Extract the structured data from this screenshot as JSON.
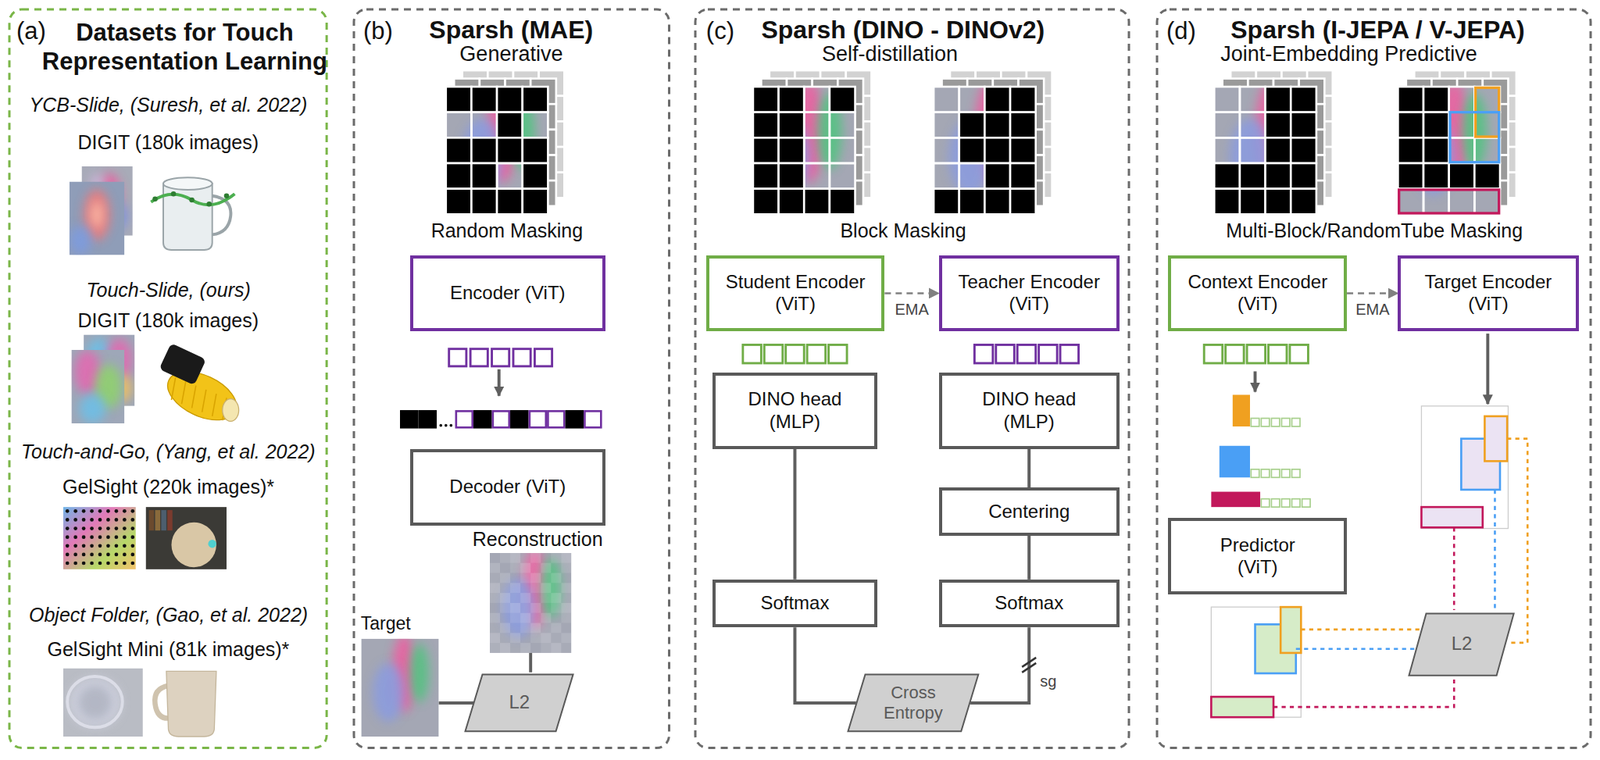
{
  "diagram": {
    "nodes": [
      {
        "text": [
          "(a)",
          "Datasets for Touch Representation Learning"
        ]
      },
      {
        "text": [
          "(b)",
          "Sparsh (MAE)",
          "Generative"
        ]
      },
      {
        "text": [
          "Encoder (ViT)"
        ],
        "in": 1
      },
      {
        "text": [
          "Decoder (ViT)"
        ],
        "in": 1
      },
      {
        "text": [
          "L2"
        ],
        "in": 1
      },
      {
        "text": [
          "(c)",
          "Sparsh (DINO - DINOv2)",
          "Self-distillation"
        ]
      },
      {
        "text": [
          "Student Encoder (ViT)"
        ],
        "in": 5
      },
      {
        "text": [
          "Teacher Encoder (ViT)"
        ],
        "in": 5
      },
      {
        "text": [
          "DINO head (MLP)"
        ],
        "in": 5
      },
      {
        "text": [
          "DINO head (MLP)"
        ],
        "in": 5
      },
      {
        "text": [
          "Centering"
        ],
        "in": 5
      },
      {
        "text": [
          "Softmax"
        ],
        "in": 5
      },
      {
        "text": [
          "Softmax"
        ],
        "in": 5
      },
      {
        "text": [
          "Cross Entropy"
        ],
        "in": 5
      },
      {
        "text": [
          "(d)",
          "Sparsh (I-JEPA / V-JEPA)",
          "Joint-Embedding Predictive"
        ]
      },
      {
        "text": [
          "Context Encoder (ViT)"
        ],
        "in": 14
      },
      {
        "text": [
          "Target Encoder (ViT)"
        ],
        "in": 14
      },
      {
        "text": [
          "Predictor (ViT)"
        ],
        "in": 14
      },
      {
        "text": [
          "L2"
        ],
        "in": 14
      }
    ],
    "edges": [
      {
        "from": 6,
        "to": 7,
        "label": "EMA",
        "arrow": "to"
      },
      {
        "from": 8,
        "to": 11,
        "arrow": "none"
      },
      {
        "from": 9,
        "to": 10,
        "arrow": "none"
      },
      {
        "from": 10,
        "to": 12,
        "arrow": "none"
      },
      {
        "from": 11,
        "to": 13,
        "arrow": "none"
      },
      {
        "from": 12,
        "to": 13,
        "label": "sg",
        "arrow": "none"
      },
      {
        "from": 15,
        "to": 16,
        "label": "EMA",
        "arrow": "to"
      }
    ],
    "labels": [
      "YCB-Slide, (Suresh, et al. 2022)",
      "DIGIT (180k images)",
      "Touch-Slide, (ours)",
      "DIGIT (180k images)",
      "Touch-and-Go, (Yang, et al. 2022)",
      "GelSight (220k images)*",
      "Object Folder, (Gao, et al. 2022)",
      "GelSight Mini (81k images)*",
      "Random Masking",
      "Reconstruction",
      "Target",
      "Block Masking",
      "Multi-Block/RandomTube Masking"
    ]
  }
}
